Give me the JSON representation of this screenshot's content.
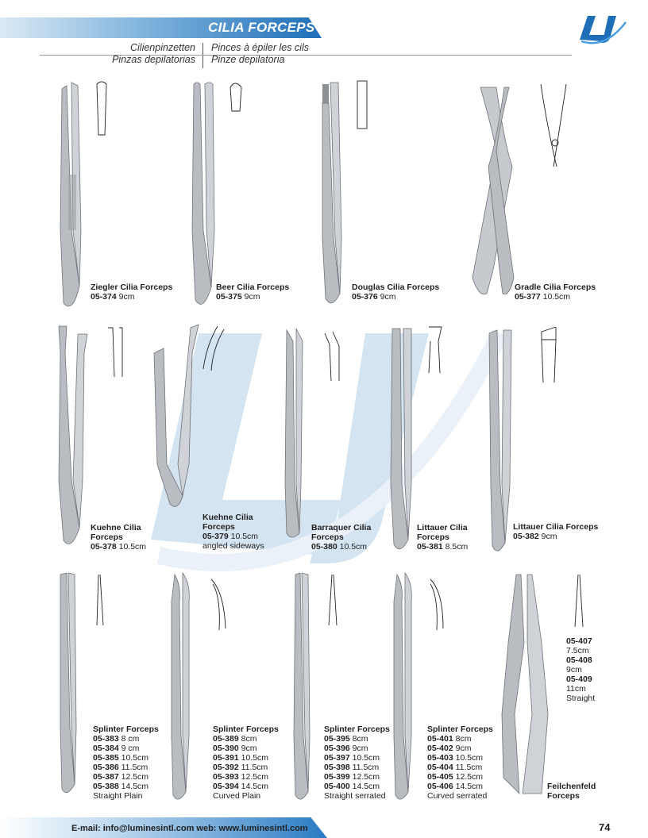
{
  "header": {
    "title": "CILIA FORCEPS",
    "sub_left_1": "Cilienpinzetten",
    "sub_left_2": "Pinzas depilatorias",
    "sub_right_1": "Pinces à épiler les cils",
    "sub_right_2": "Pinze depilatoria",
    "logo_text": "LI"
  },
  "products": [
    {
      "name": "Ziegler Cilia Forceps",
      "lines": [
        {
          "code": "05-374",
          "size": "9cm"
        }
      ]
    },
    {
      "name": "Beer Cilia Forceps",
      "lines": [
        {
          "code": "05-375",
          "size": "9cm"
        }
      ]
    },
    {
      "name": "Douglas Cilia Forceps",
      "lines": [
        {
          "code": "05-376",
          "size": "9cm"
        }
      ]
    },
    {
      "name": "Gradle Cilia Forceps",
      "lines": [
        {
          "code": "05-377",
          "size": "10.5cm"
        }
      ]
    },
    {
      "name1": "Kuehne Cilia",
      "name2": "Forceps",
      "lines": [
        {
          "code": "05-378",
          "size": "10.5cm"
        }
      ]
    },
    {
      "name1": "Kuehne Cilia",
      "name2": "Forceps",
      "lines": [
        {
          "code": "05-379",
          "size": "10.5cm"
        }
      ],
      "note": "angled sideways"
    },
    {
      "name1": "Barraquer Cilia",
      "name2": "Forceps",
      "lines": [
        {
          "code": "05-380",
          "size": "10.5cm"
        }
      ]
    },
    {
      "name1": "Littauer Cilia",
      "name2": "Forceps",
      "lines": [
        {
          "code": "05-381",
          "size": "8.5cm"
        }
      ]
    },
    {
      "name": "Littauer Cilia Forceps",
      "lines": [
        {
          "code": "05-382",
          "size": "9cm"
        }
      ]
    },
    {
      "name": "Splinter Forceps",
      "lines": [
        {
          "code": "05-383",
          "size": "8 cm"
        },
        {
          "code": "05-384",
          "size": "9 cm"
        },
        {
          "code": "05-385",
          "size": "10.5cm"
        },
        {
          "code": "05-386",
          "size": "11.5cm"
        },
        {
          "code": "05-387",
          "size": "12.5cm"
        },
        {
          "code": "05-388",
          "size": "14.5cm"
        }
      ],
      "note": "Straight Plain"
    },
    {
      "name": "Splinter Forceps",
      "lines": [
        {
          "code": "05-389",
          "size": "8cm"
        },
        {
          "code": "05-390",
          "size": "9cm"
        },
        {
          "code": "05-391",
          "size": "10.5cm"
        },
        {
          "code": "05-392",
          "size": "11.5cm"
        },
        {
          "code": "05-393",
          "size": "12.5cm"
        },
        {
          "code": "05-394",
          "size": "14.5cm"
        }
      ],
      "note": "Curved Plain"
    },
    {
      "name": "Splinter Forceps",
      "lines": [
        {
          "code": "05-395",
          "size": "8cm"
        },
        {
          "code": "05-396",
          "size": "9cm"
        },
        {
          "code": "05-397",
          "size": "10.5cm"
        },
        {
          "code": "05-398",
          "size": "11.5cm"
        },
        {
          "code": "05-399",
          "size": "12.5cm"
        },
        {
          "code": "05-400",
          "size": "14.5cm"
        }
      ],
      "note": "Straight serrated"
    },
    {
      "name": "Splinter Forceps",
      "lines": [
        {
          "code": "05-401",
          "size": "8cm"
        },
        {
          "code": "05-402",
          "size": "9cm"
        },
        {
          "code": "05-403",
          "size": "10.5cm"
        },
        {
          "code": "05-404",
          "size": "11.5cm"
        },
        {
          "code": "05-405",
          "size": "12.5cm"
        },
        {
          "code": "05-406",
          "size": "14.5cm"
        }
      ],
      "note": "Curved serrated"
    },
    {
      "name1": "Feilchenfeld",
      "name2": "Forceps",
      "lines": []
    },
    {
      "lines": [
        {
          "code": "05-407",
          "size": "7.5cm"
        },
        {
          "code": "05-408",
          "size": "9cm"
        },
        {
          "code": "05-409",
          "size": "11cm"
        }
      ],
      "note": "Straight"
    }
  ],
  "footer": {
    "contact": "E-mail: info@luminesintl.com  web: www.luminesintl.com",
    "page": "74"
  },
  "colors": {
    "accent": "#1f6fb8",
    "steel": "#b9bcc0"
  }
}
